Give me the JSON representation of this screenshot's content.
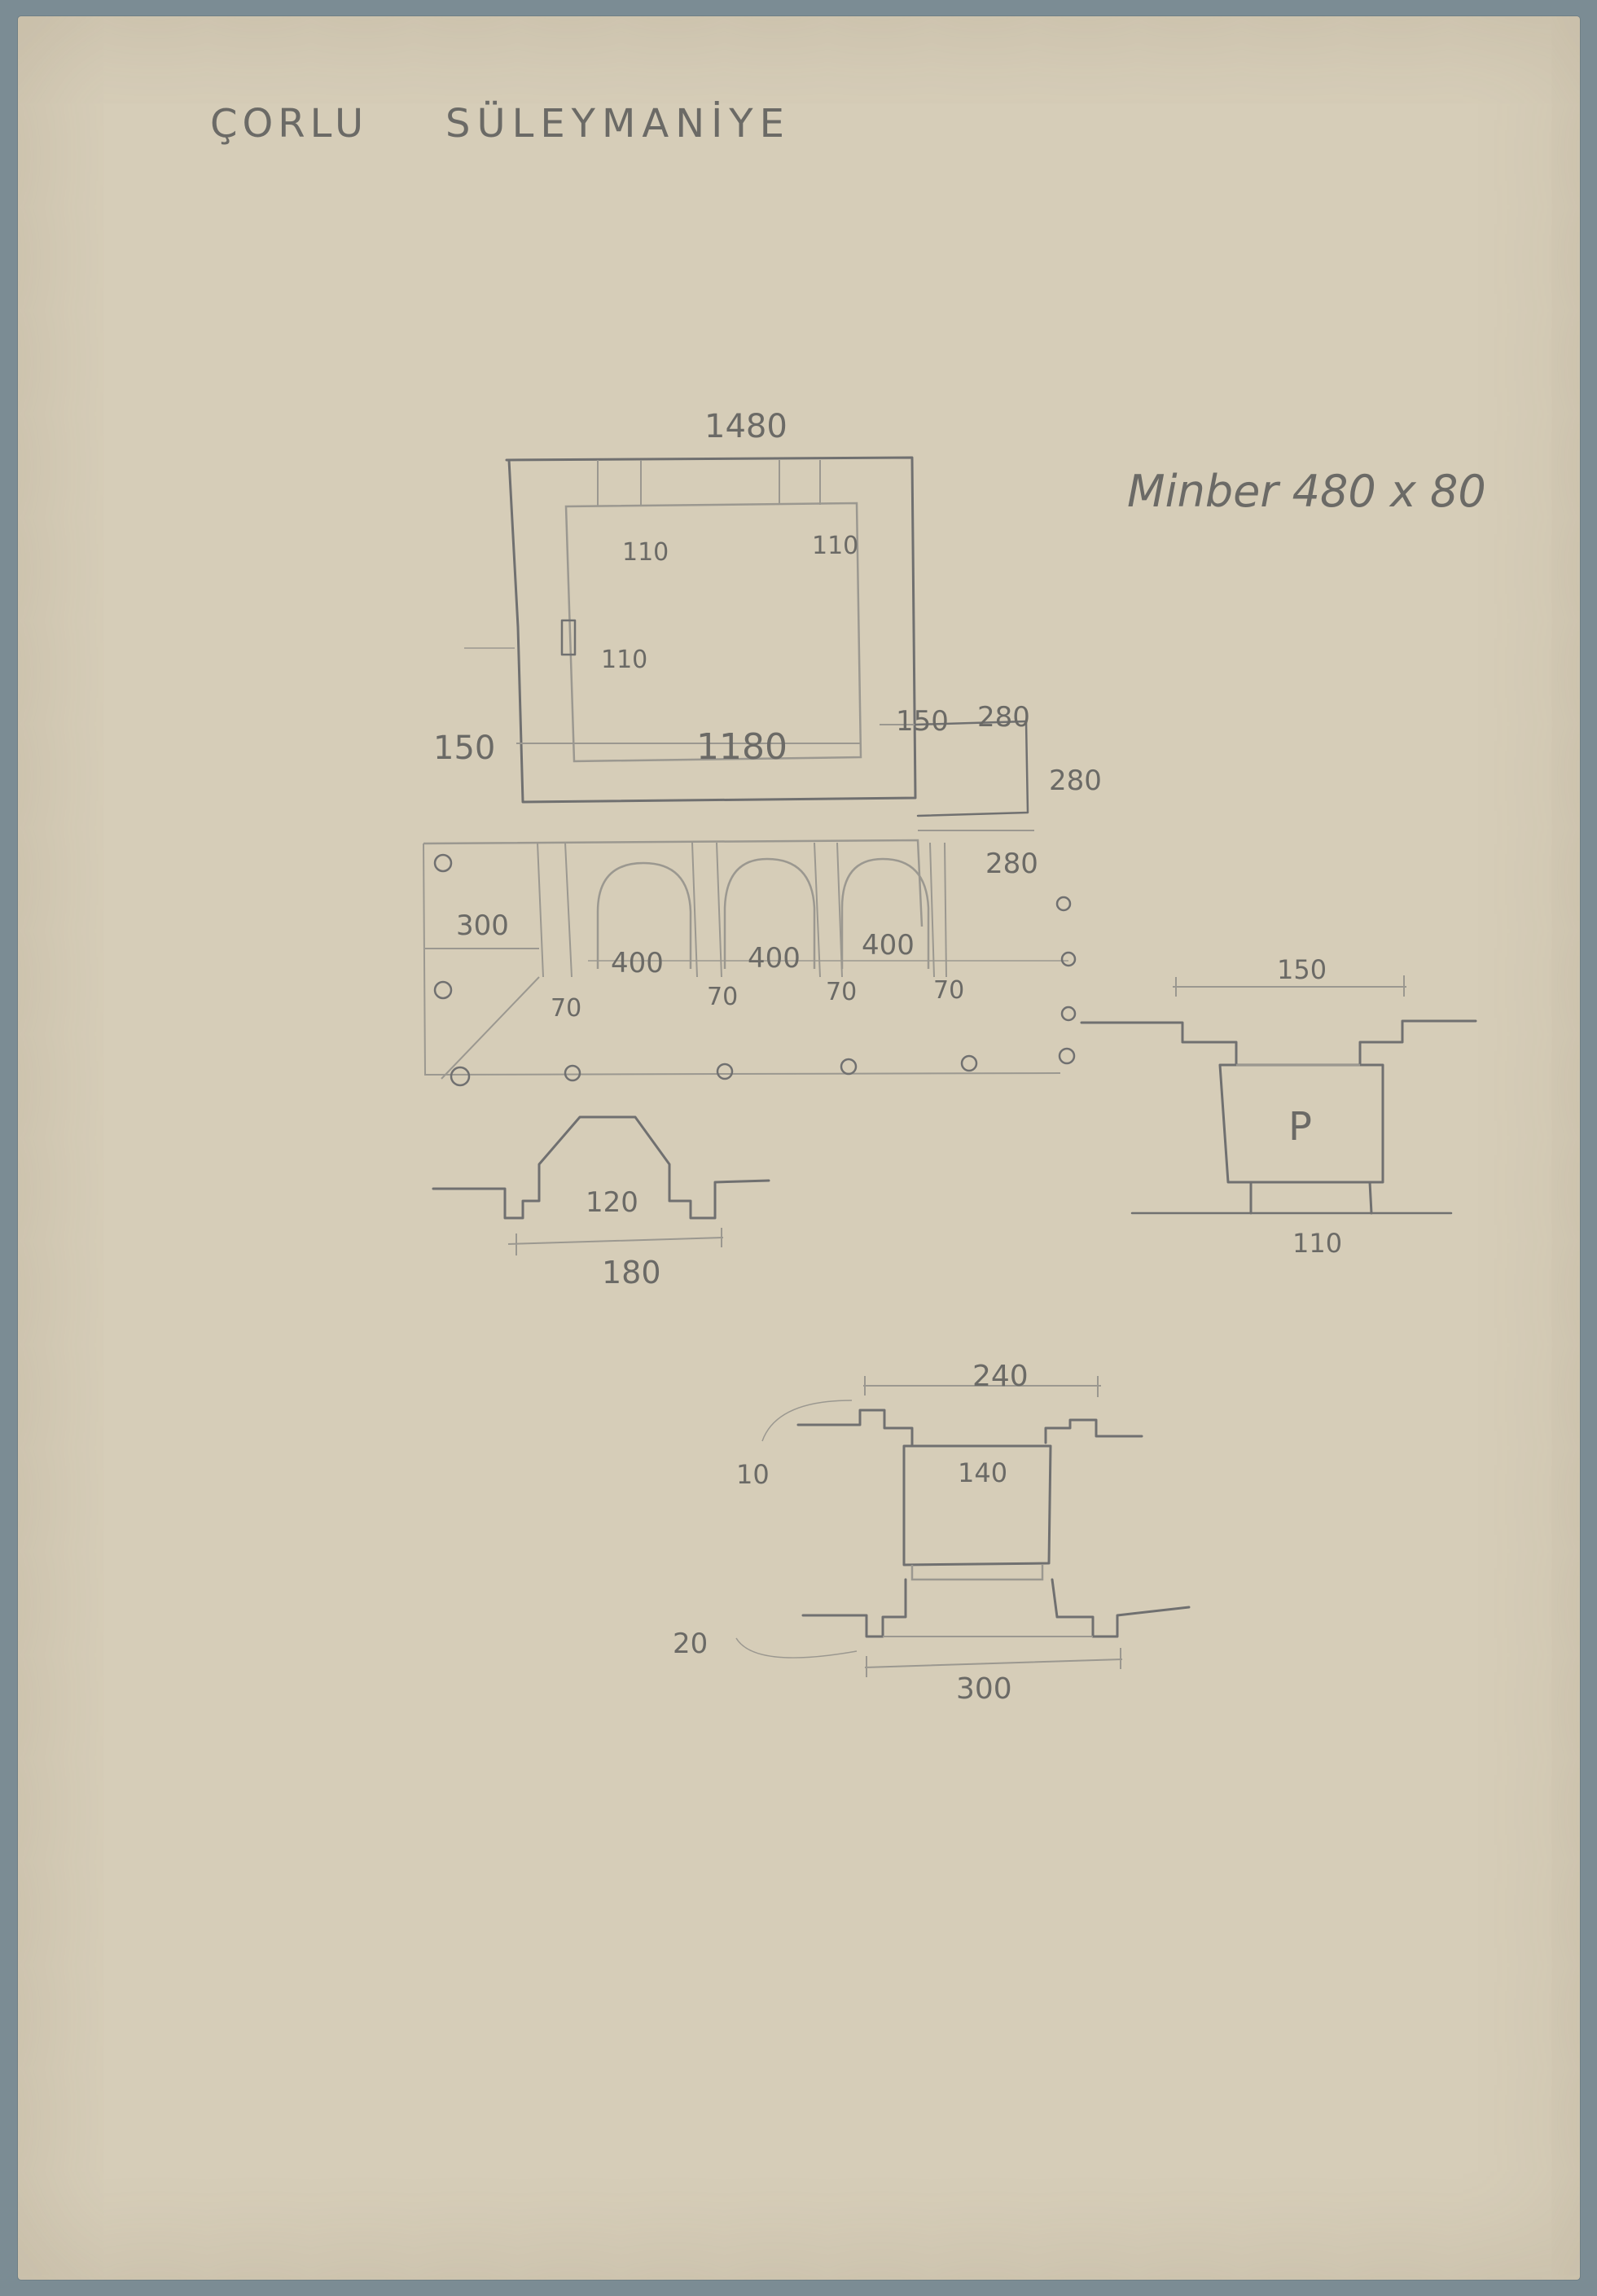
{
  "header": {
    "title_left": "ÇORLU",
    "title_right": "SÜLEYMANİYE"
  },
  "note": {
    "minber": "Minber 480 x 80"
  },
  "plan": {
    "top_width": "1480",
    "inner_top_left": "110",
    "inner_top_right": "110",
    "inner_left": "110",
    "wall_left": "150",
    "wall_right": "150",
    "inner_width": "1180",
    "annex_top": "280",
    "annex_side": "280",
    "annex_bottom": "280",
    "porch_depth": "300",
    "bays": [
      "400",
      "400",
      "400"
    ],
    "piers": [
      "70",
      "70",
      "70",
      "70"
    ]
  },
  "detail_mihrab": {
    "inner": "120",
    "outer": "180"
  },
  "detail_pier": {
    "top": "150",
    "letter": "P",
    "bottom": "110"
  },
  "detail_portal": {
    "top": "240",
    "inner": "140",
    "step_top": "10",
    "step_bottom": "20",
    "bottom": "300"
  }
}
